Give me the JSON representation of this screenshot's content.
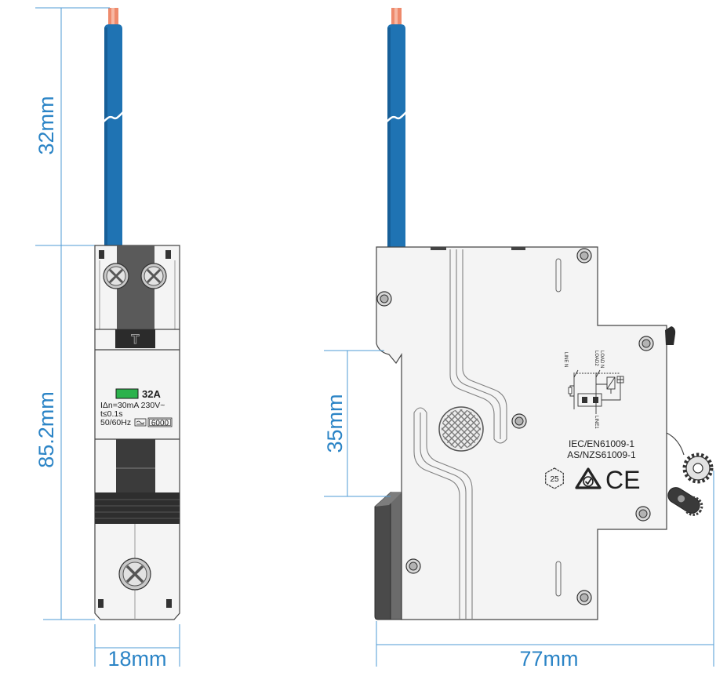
{
  "dimensions": {
    "cable_length": "32mm",
    "overall_height": "85.2mm",
    "module_width": "18mm",
    "rail_height": "35mm",
    "overall_depth": "77mm"
  },
  "front_panel": {
    "test_button": "T",
    "rated_current": "32A",
    "residual_current": "IΔn=30mA 230V~",
    "trip_time": "t≤0.1s",
    "frequency": "50/60Hz",
    "breaking_capacity": "6000"
  },
  "side_panel": {
    "wiring_diagram": {
      "line_n": "LINE N",
      "load_2": "LOAD2",
      "load_n": "LOAD N",
      "line_1": "LINE1"
    },
    "standards": [
      "IEC/EN61009-1",
      "AS/NZS61009-1"
    ],
    "temperature_rating": "25",
    "rcm_mark_icon": "rcm-mark-icon",
    "ce_mark": "CE"
  },
  "colors": {
    "dimension": "#2b84c6",
    "cable_insulation": "#1f73b3",
    "conductor": "#ee8a6c",
    "rating_indicator": "#2bb24c",
    "housing": "#f4f4f4",
    "dark_parts": "#2e2e2e"
  }
}
